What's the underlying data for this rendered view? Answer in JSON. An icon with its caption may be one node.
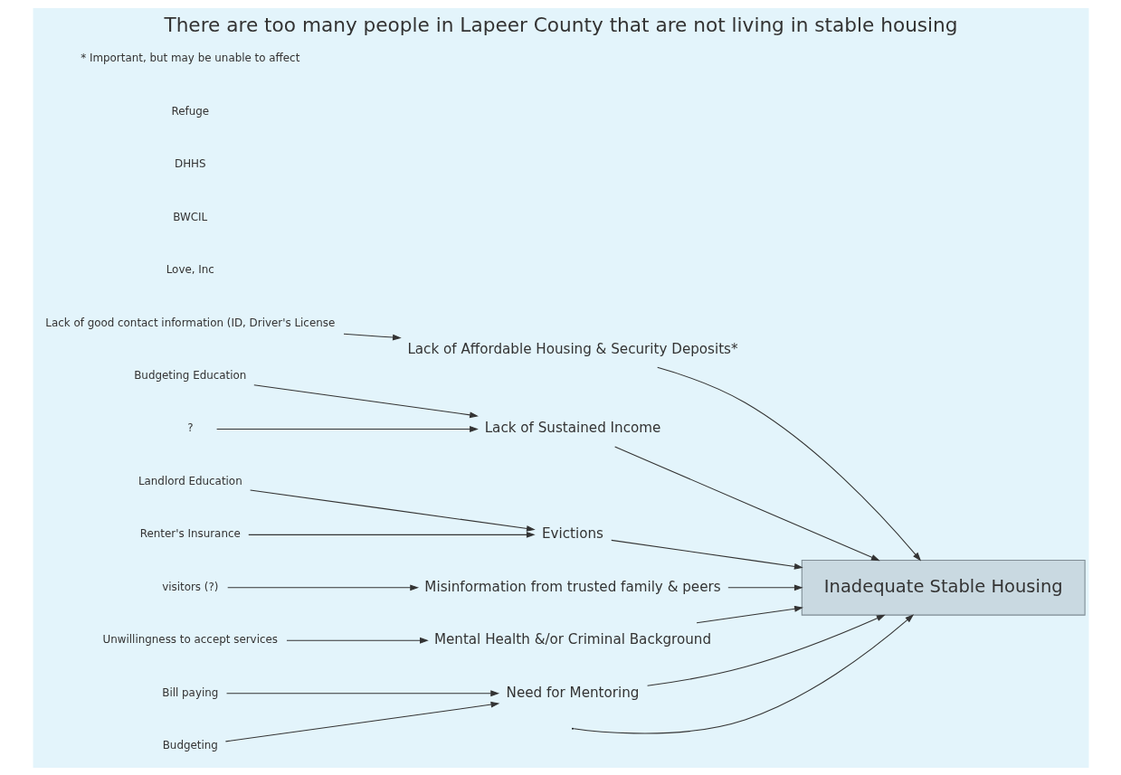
{
  "diagram": {
    "title": "There are too many people in Lapeer County that are not living in stable housing",
    "nodes": [
      {
        "text": [
          "Inadequate Stable Housing"
        ]
      },
      {
        "text": [
          "Lack of Affordable Housing & Security Deposits*"
        ]
      },
      {
        "text": [
          "Lack of Sustained Income"
        ]
      },
      {
        "text": [
          "Evictions"
        ]
      },
      {
        "text": [
          "Misinformation from trusted family & peers"
        ]
      },
      {
        "text": [
          "Mental Health &/or Criminal Background"
        ]
      },
      {
        "text": [
          "Need for Mentoring"
        ]
      },
      {
        "text": [
          "Lack of good contact information (ID, Driver's License"
        ]
      },
      {
        "text": [
          "Budgeting Education"
        ]
      },
      {
        "text": [
          "?"
        ]
      },
      {
        "text": [
          "Landlord Education"
        ]
      },
      {
        "text": [
          "Renter's Insurance"
        ]
      },
      {
        "text": [
          "visitors (?)"
        ]
      },
      {
        "text": [
          "Unwillingness to accept services"
        ]
      },
      {
        "text": [
          "Bill paying"
        ]
      },
      {
        "text": [
          "Budgeting"
        ]
      }
    ],
    "edges": [
      {
        "from": null,
        "to": 0,
        "arrow": "to"
      },
      {
        "from": 1,
        "to": 0,
        "arrow": "to"
      },
      {
        "from": 2,
        "to": 0,
        "arrow": "to"
      },
      {
        "from": 3,
        "to": 0,
        "arrow": "to"
      },
      {
        "from": 4,
        "to": 0,
        "arrow": "to"
      },
      {
        "from": 5,
        "to": 0,
        "arrow": "to"
      },
      {
        "from": 6,
        "to": 0,
        "arrow": "to"
      },
      {
        "from": 7,
        "to": 1,
        "arrow": "to"
      },
      {
        "from": 8,
        "to": 2,
        "arrow": "to"
      },
      {
        "from": 9,
        "to": 2,
        "arrow": "to"
      },
      {
        "from": 10,
        "to": 3,
        "arrow": "to"
      },
      {
        "from": 11,
        "to": 3,
        "arrow": "to"
      },
      {
        "from": 12,
        "to": 4,
        "arrow": "to"
      },
      {
        "from": 13,
        "to": 5,
        "arrow": "to"
      },
      {
        "from": 14,
        "to": 6,
        "arrow": "to"
      },
      {
        "from": 15,
        "to": 6,
        "arrow": "to"
      }
    ],
    "labels": [
      "Love, Inc",
      "BWCIL",
      "DHHS",
      "Refuge",
      "* Important, but may be unable to affect"
    ]
  }
}
